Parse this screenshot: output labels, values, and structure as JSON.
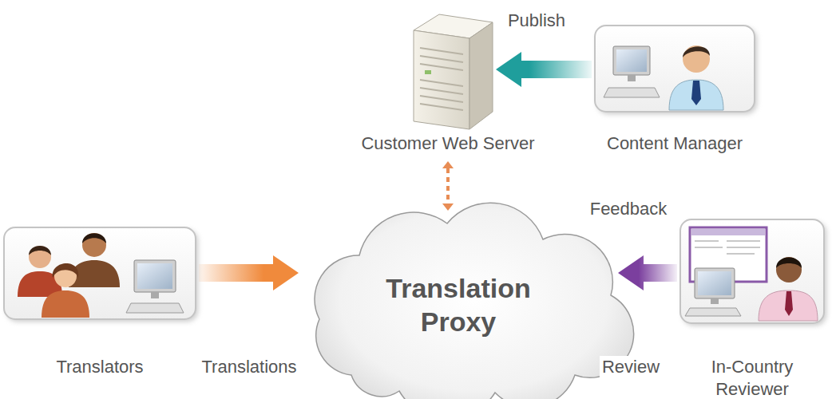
{
  "diagram": {
    "nodes": [
      {
        "text": [
          "Customer Web Server"
        ]
      },
      {
        "text": [
          "Content Manager"
        ]
      },
      {
        "text": [
          "Translators"
        ]
      },
      {
        "text": [
          "Translation Proxy"
        ]
      },
      {
        "text": [
          "In-Country Reviewer"
        ]
      }
    ],
    "edges": [
      {
        "from": 1,
        "to": 0,
        "arrow": "to",
        "label": "Publish"
      },
      {
        "from": 0,
        "to": 3,
        "arrow": "both"
      },
      {
        "from": 2,
        "to": 3,
        "arrow": "to"
      },
      {
        "from": 4,
        "to": 3,
        "arrow": "to",
        "label": "Feedback"
      }
    ],
    "labels": [
      "Translations",
      "Review"
    ]
  }
}
